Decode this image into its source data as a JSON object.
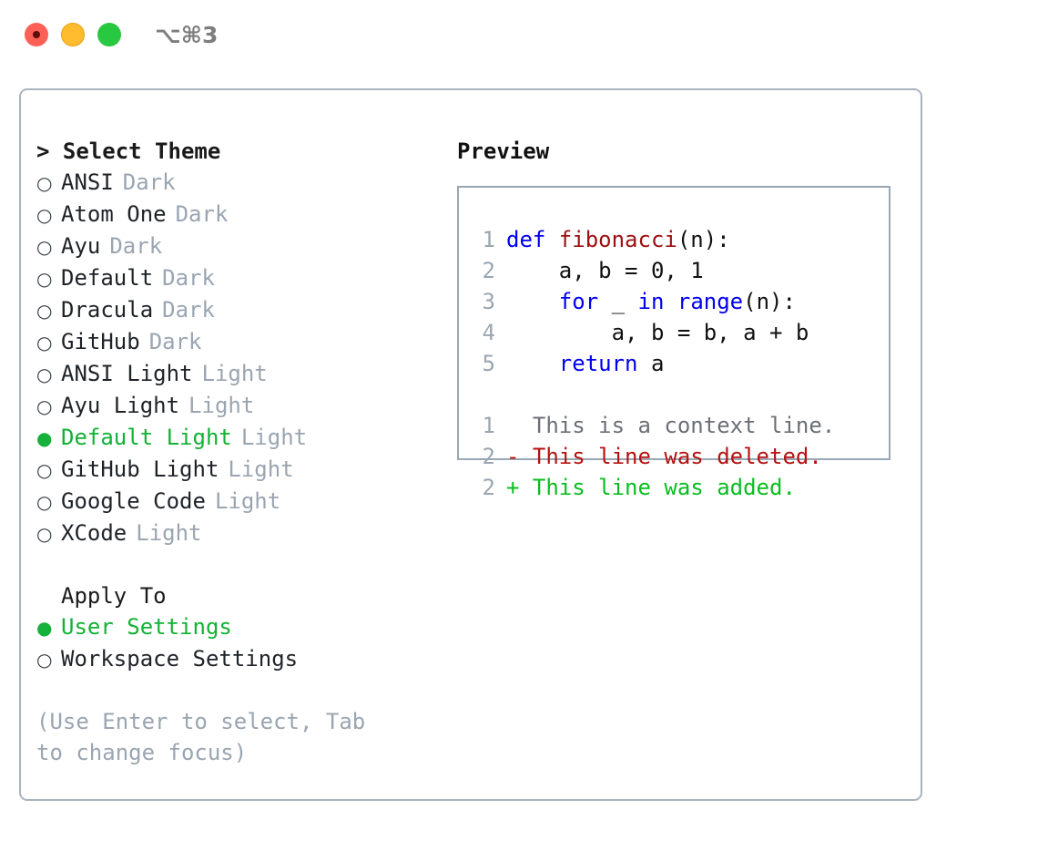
{
  "titlebar": {
    "shortcut": "⌥⌘3",
    "dots": [
      "close",
      "minimize",
      "zoom"
    ]
  },
  "theme_picker": {
    "heading": "> Select Theme",
    "items": [
      {
        "bullet": "○",
        "name": "ANSI",
        "mode": "Dark",
        "selected": false
      },
      {
        "bullet": "○",
        "name": "Atom One",
        "mode": "Dark",
        "selected": false
      },
      {
        "bullet": "○",
        "name": "Ayu",
        "mode": "Dark",
        "selected": false
      },
      {
        "bullet": "○",
        "name": "Default",
        "mode": "Dark",
        "selected": false
      },
      {
        "bullet": "○",
        "name": "Dracula",
        "mode": "Dark",
        "selected": false
      },
      {
        "bullet": "○",
        "name": "GitHub",
        "mode": "Dark",
        "selected": false
      },
      {
        "bullet": "○",
        "name": "ANSI Light",
        "mode": "Light",
        "selected": false
      },
      {
        "bullet": "○",
        "name": "Ayu Light",
        "mode": "Light",
        "selected": false
      },
      {
        "bullet": "●",
        "name": "Default Light",
        "mode": "Light",
        "selected": true
      },
      {
        "bullet": "○",
        "name": "GitHub Light",
        "mode": "Light",
        "selected": false
      },
      {
        "bullet": "○",
        "name": "Google Code",
        "mode": "Light",
        "selected": false
      },
      {
        "bullet": "○",
        "name": "XCode",
        "mode": "Light",
        "selected": false
      }
    ]
  },
  "apply_to": {
    "heading": "Apply To",
    "items": [
      {
        "bullet": "●",
        "name": "User Settings",
        "selected": true
      },
      {
        "bullet": "○",
        "name": "Workspace Settings",
        "selected": false
      }
    ]
  },
  "hint": "(Use Enter to select, Tab to change focus)",
  "preview": {
    "title": "Preview",
    "code_lines": [
      {
        "no": "1",
        "segments": [
          {
            "t": "def ",
            "c": "kw"
          },
          {
            "t": "fibonacci",
            "c": "fn"
          },
          {
            "t": "(n):",
            "c": "plain"
          }
        ]
      },
      {
        "no": "2",
        "segments": [
          {
            "t": "    a, b = 0, 1",
            "c": "plain"
          }
        ]
      },
      {
        "no": "3",
        "segments": [
          {
            "t": "    ",
            "c": "plain"
          },
          {
            "t": "for",
            "c": "kw"
          },
          {
            "t": " _ ",
            "c": "plain"
          },
          {
            "t": "in",
            "c": "kw"
          },
          {
            "t": " ",
            "c": "plain"
          },
          {
            "t": "range",
            "c": "kw"
          },
          {
            "t": "(n):",
            "c": "plain"
          }
        ]
      },
      {
        "no": "4",
        "segments": [
          {
            "t": "        a, b = b, a + b",
            "c": "plain"
          }
        ]
      },
      {
        "no": "5",
        "segments": [
          {
            "t": "    ",
            "c": "plain"
          },
          {
            "t": "return",
            "c": "kw"
          },
          {
            "t": " a",
            "c": "plain"
          }
        ]
      }
    ],
    "diff_lines": [
      {
        "no": "1",
        "marker": "  ",
        "text": "This is a context line.",
        "kind": "ctx"
      },
      {
        "no": "2",
        "marker": "- ",
        "text": "This line was deleted.",
        "kind": "del"
      },
      {
        "no": "2",
        "marker": "+ ",
        "text": "This line was added.",
        "kind": "add"
      }
    ]
  },
  "colors": {
    "accent_green": "#12b235",
    "muted": "#9aa5b1",
    "keyword_blue": "#0000ee",
    "function_red": "#9b1010",
    "diff_delete": "#b51212",
    "diff_add": "#0bbd20",
    "border": "#aab4c0"
  }
}
